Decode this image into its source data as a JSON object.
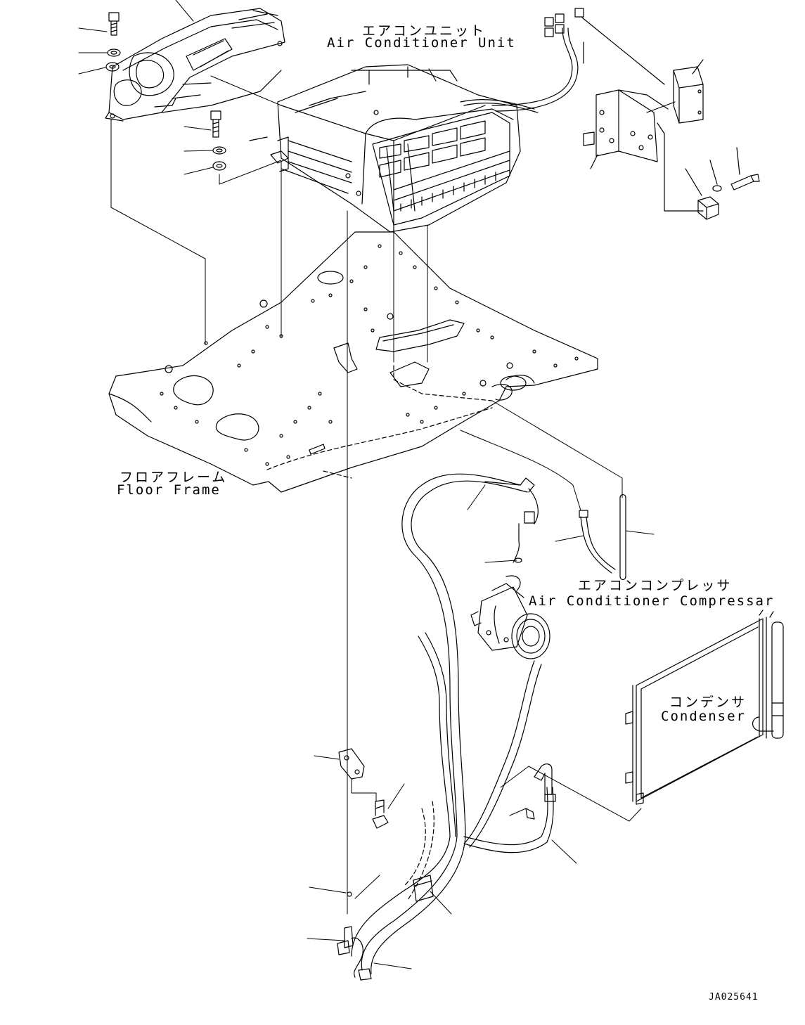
{
  "labels": {
    "ac_unit_jp": "エアコンユニット",
    "ac_unit_en": "Air Conditioner Unit",
    "floor_frame_jp": "フロアフレーム",
    "floor_frame_en": "Floor Frame",
    "compressor_jp": "エアコンコンプレッサ",
    "compressor_en": "Air Conditioner Compressar",
    "condenser_jp": "コンデンサ",
    "condenser_en": "Condenser"
  },
  "drawing_code": "JA025641",
  "colors": {
    "line": "#000000",
    "background": "#ffffff"
  }
}
